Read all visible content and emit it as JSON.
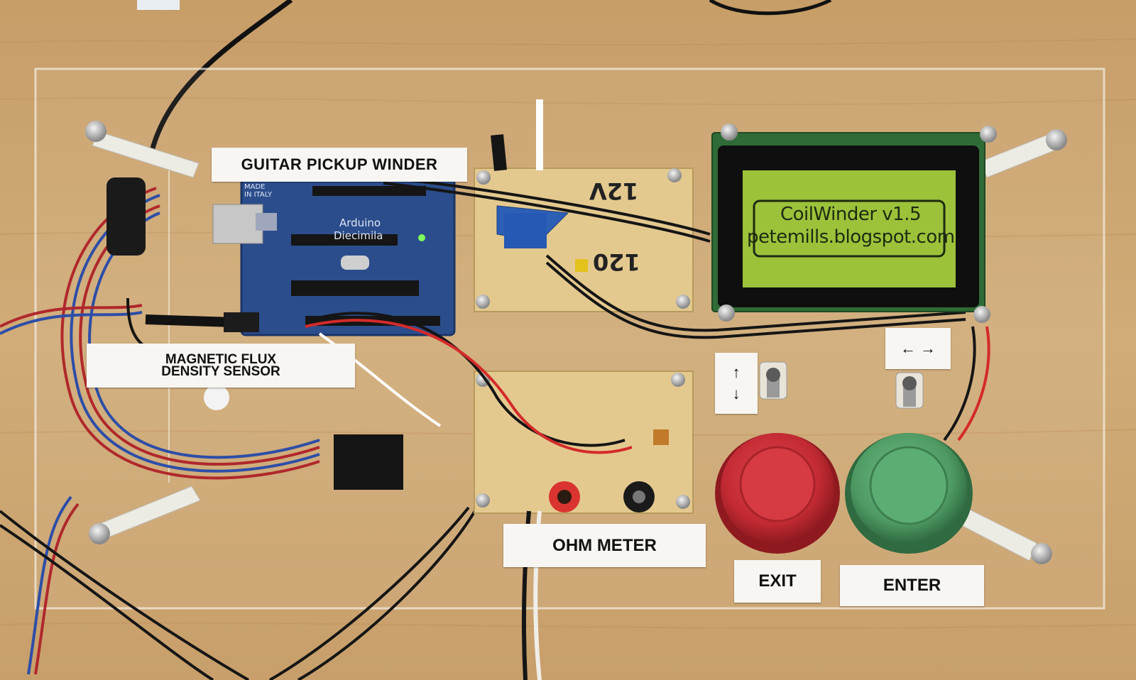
{
  "labels": {
    "title": "GUITAR PICKUP WINDER",
    "flux_sensor_line1": "MAGNETIC FLUX",
    "flux_sensor_line2": "DENSITY SENSOR",
    "ohm_meter": "OHM METER",
    "exit": "EXIT",
    "enter": "ENTER",
    "up_arrow": "↑",
    "down_arrow": "↓",
    "left_right_arrows": "← →"
  },
  "lcd": {
    "line1": "CoilWinder v1.5",
    "line2": "petemills.blogspot.com"
  },
  "arduino": {
    "brand": "Arduino",
    "model": "Diecimila",
    "origin": "MADE IN ITALY"
  },
  "handwriting": {
    "board_top_1": "12V",
    "board_top_2": "120"
  },
  "colors": {
    "wood": "#c9a472",
    "lcd_screen": "#9cc23a",
    "exit_button": "#c22a33",
    "enter_button": "#4f9a64",
    "arduino_board": "#2b4d8c",
    "perfboard": "#e4c98f"
  }
}
